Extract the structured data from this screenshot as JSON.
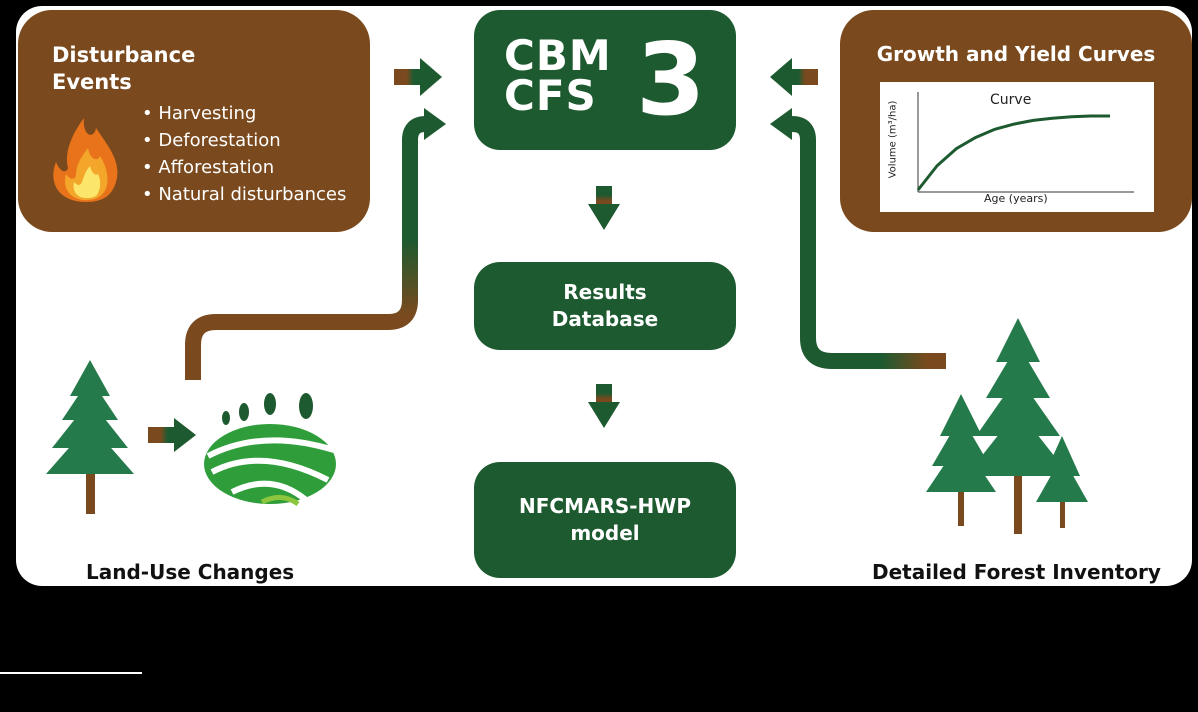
{
  "colors": {
    "brown": "#7a4a1e",
    "green": "#1e5a30",
    "background": "#000000"
  },
  "disturbance": {
    "title_line1": "Disturbance",
    "title_line2": "Events",
    "items": [
      "Harvesting",
      "Deforestation",
      "Afforestation",
      "Natural disturbances"
    ],
    "icon": "fire-icon"
  },
  "cbm": {
    "line1": "CBM",
    "line2": "CFS",
    "number": "3"
  },
  "growth": {
    "title": "Growth and Yield Curves",
    "chart_title": "Curve",
    "xlabel": "Age (years)",
    "ylabel": "Volume (m³/ha)"
  },
  "chart_data": {
    "type": "line",
    "title": "Curve",
    "xlabel": "Age (years)",
    "ylabel": "Volume (m³/ha)",
    "grid": false,
    "series": [
      {
        "x": [
          0,
          1,
          2,
          3,
          4,
          5,
          6,
          7,
          8,
          9,
          10
        ],
        "values": [
          0,
          0.33,
          0.56,
          0.71,
          0.82,
          0.89,
          0.94,
          0.97,
          0.99,
          1.0,
          1.0
        ]
      }
    ]
  },
  "results": {
    "line1": "Results",
    "line2": "Database"
  },
  "nfcmars": {
    "line1": "NFCMARS-HWP",
    "line2": "model"
  },
  "captions": {
    "land_use": "Land-Use Changes",
    "inventory": "Detailed Forest Inventory"
  }
}
